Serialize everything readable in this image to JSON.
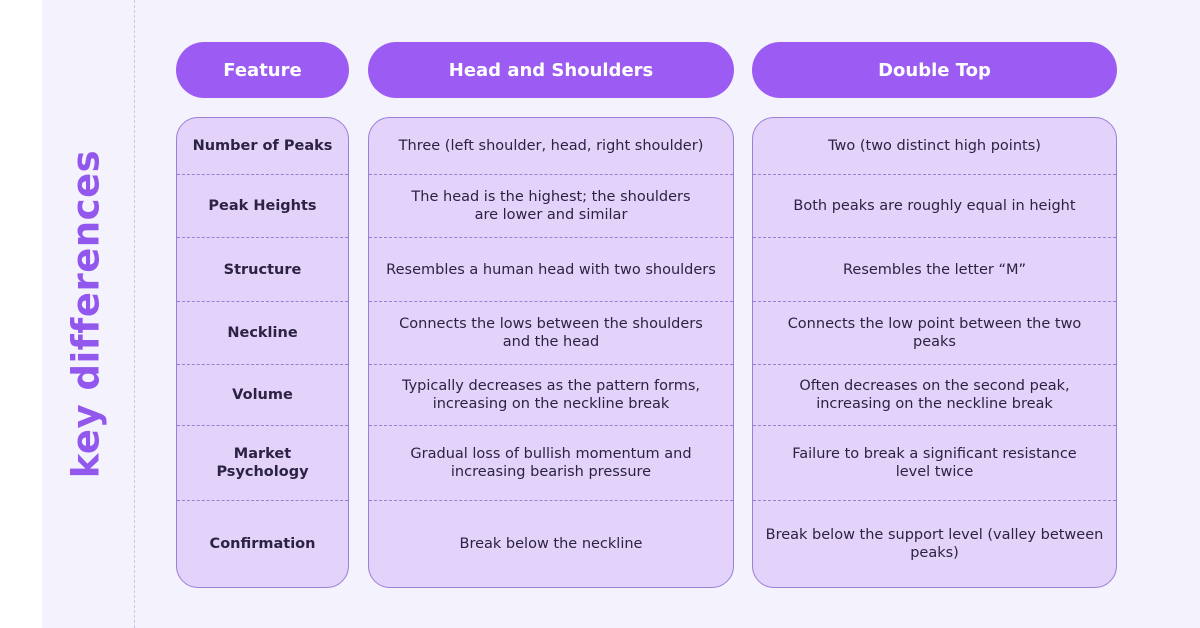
{
  "side_title": "key differences",
  "headers": {
    "feature": "Feature",
    "head_and_shoulders": "Head and Shoulders",
    "double_top": "Double Top"
  },
  "rows": [
    {
      "feature": "Number of Peaks",
      "head_and_shoulders": "Three (left shoulder, head, right shoulder)",
      "double_top": "Two (two distinct high points)"
    },
    {
      "feature": "Peak Heights",
      "head_and_shoulders": "The head is the highest; the shoulders are lower and similar",
      "double_top": "Both peaks are roughly equal in height"
    },
    {
      "feature": "Structure",
      "head_and_shoulders": "Resembles a human head with two shoulders",
      "double_top": "Resembles the letter “M”"
    },
    {
      "feature": "Neckline",
      "head_and_shoulders": "Connects the lows between the shoulders and the head",
      "double_top": "Connects the low point between the two peaks"
    },
    {
      "feature": "Volume",
      "head_and_shoulders": "Typically decreases as the pattern forms, increasing on the neckline break",
      "double_top": "Often decreases on the second peak, increasing on the neckline break"
    },
    {
      "feature": "Market Psychology",
      "head_and_shoulders": "Gradual loss of bullish momentum and increasing bearish pressure",
      "double_top": "Failure to break a significant resistance level twice"
    },
    {
      "feature": "Confirmation",
      "head_and_shoulders": "Break below the neckline",
      "double_top": "Break below the support level (valley between peaks)"
    }
  ]
}
